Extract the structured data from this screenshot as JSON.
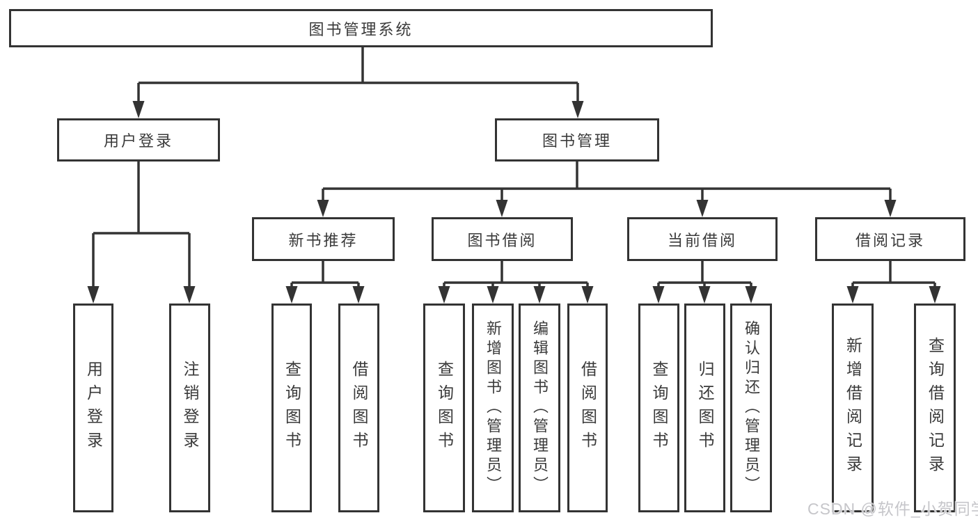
{
  "diagram": {
    "root": {
      "label": "图书管理系统"
    },
    "branches": [
      {
        "label": "用户登录",
        "children": [
          {
            "label": "用户登录"
          },
          {
            "label": "注销登录"
          }
        ]
      },
      {
        "label": "图书管理",
        "children": [
          {
            "label": "新书推荐",
            "children": [
              {
                "label": "查询图书"
              },
              {
                "label": "借阅图书"
              }
            ]
          },
          {
            "label": "图书借阅",
            "children": [
              {
                "label": "查询图书"
              },
              {
                "label": "新增图书（管理员）"
              },
              {
                "label": "编辑图书（管理员）"
              },
              {
                "label": "借阅图书"
              }
            ]
          },
          {
            "label": "当前借阅",
            "children": [
              {
                "label": "查询图书"
              },
              {
                "label": "归还图书"
              },
              {
                "label": "确认归还（管理员）"
              }
            ]
          },
          {
            "label": "借阅记录",
            "children": [
              {
                "label": "新增借阅记录"
              },
              {
                "label": "查询借阅记录"
              }
            ]
          }
        ]
      }
    ]
  },
  "watermark": {
    "text": "CSDN @软件_小贺同学"
  },
  "colors": {
    "line": "#333333",
    "text": "#3a3a3a",
    "box_fill": "#ffffff",
    "watermark": "#c6c6ca"
  }
}
